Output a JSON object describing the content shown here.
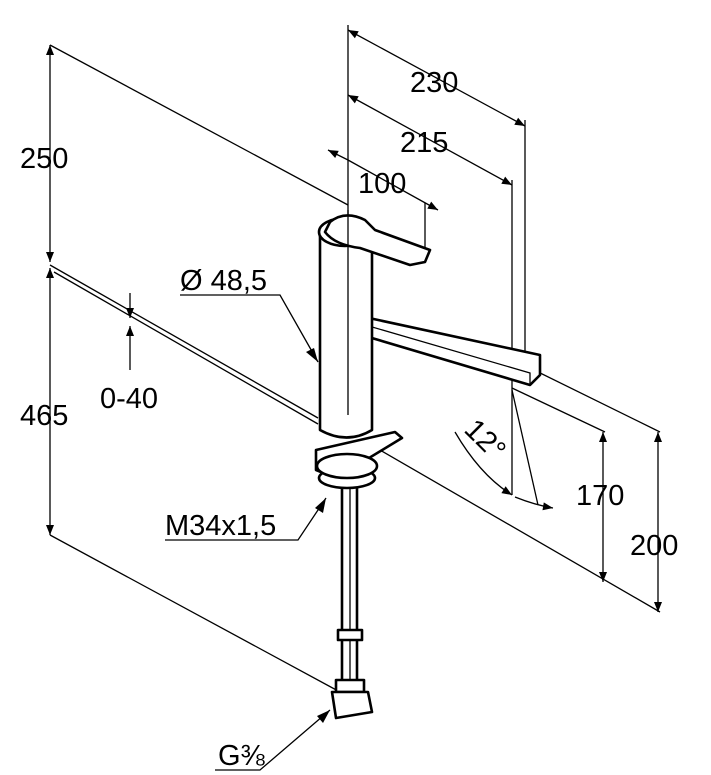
{
  "title": "Faucet dimension drawing",
  "dimensions": {
    "overall_reach": "230",
    "spout_reach": "215",
    "handle_reach": "100",
    "height_above_deck": "250",
    "body_diameter": "Ø 48,5",
    "deck_thickness": "0-40",
    "below_deck_length": "465",
    "swivel_angle": "12°",
    "spout_outlet_height": "170",
    "spout_top_height": "200",
    "mounting_thread": "M34x1,5",
    "connection_thread": "G⅜"
  },
  "colors": {
    "line": "#000000",
    "background": "#ffffff"
  }
}
